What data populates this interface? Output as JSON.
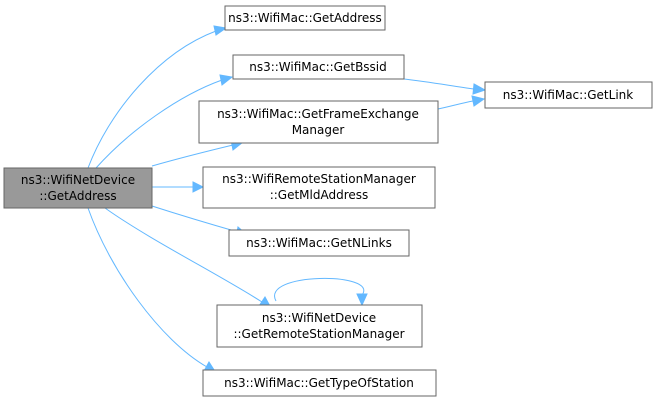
{
  "nodes": {
    "root": {
      "lines": [
        "ns3::WifiNetDevice",
        "::GetAddress"
      ],
      "fill": "#999999"
    },
    "get_address": {
      "lines": [
        "ns3::WifiMac::GetAddress"
      ],
      "fill": "#ffffff"
    },
    "get_bssid": {
      "lines": [
        "ns3::WifiMac::GetBssid"
      ],
      "fill": "#ffffff"
    },
    "get_link": {
      "lines": [
        "ns3::WifiMac::GetLink"
      ],
      "fill": "#ffffff"
    },
    "get_fem": {
      "lines": [
        "ns3::WifiMac::GetFrameExchange",
        "Manager"
      ],
      "fill": "#ffffff"
    },
    "get_mld": {
      "lines": [
        "ns3::WifiRemoteStationManager",
        "::GetMldAddress"
      ],
      "fill": "#ffffff"
    },
    "get_nlinks": {
      "lines": [
        "ns3::WifiMac::GetNLinks"
      ],
      "fill": "#ffffff"
    },
    "get_rsm": {
      "lines": [
        "ns3::WifiNetDevice",
        "::GetRemoteStationManager"
      ],
      "fill": "#ffffff"
    },
    "get_type": {
      "lines": [
        "ns3::WifiMac::GetTypeOfStation"
      ],
      "fill": "#ffffff"
    }
  },
  "edges": [
    {
      "from": "root",
      "to": "get_address"
    },
    {
      "from": "root",
      "to": "get_bssid"
    },
    {
      "from": "root",
      "to": "get_fem"
    },
    {
      "from": "root",
      "to": "get_mld"
    },
    {
      "from": "root",
      "to": "get_nlinks"
    },
    {
      "from": "root",
      "to": "get_rsm"
    },
    {
      "from": "root",
      "to": "get_type"
    },
    {
      "from": "get_bssid",
      "to": "get_link"
    },
    {
      "from": "get_fem",
      "to": "get_link"
    },
    {
      "from": "get_rsm",
      "to": "get_rsm"
    }
  ],
  "colors": {
    "edge": "#63b8ff",
    "border": "#666666"
  }
}
